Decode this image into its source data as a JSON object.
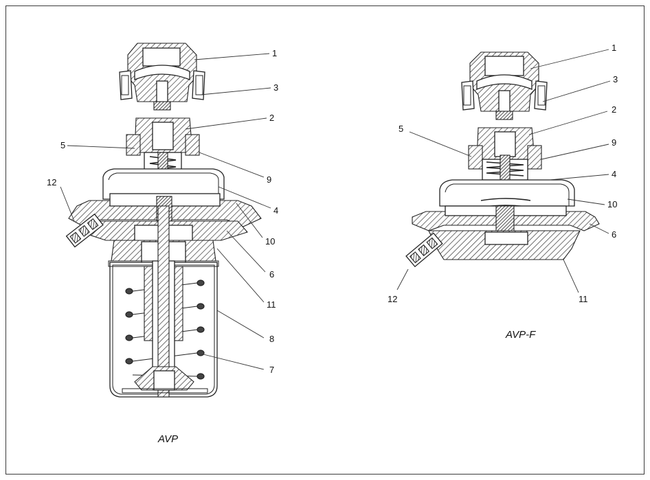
{
  "figures": [
    {
      "caption": "AVP",
      "callouts": [
        "1",
        "3",
        "2",
        "5",
        "9",
        "12",
        "4",
        "10",
        "6",
        "11",
        "8",
        "7"
      ]
    },
    {
      "caption": "AVP-F",
      "callouts": [
        "1",
        "3",
        "2",
        "5",
        "9",
        "4",
        "10",
        "6",
        "12",
        "11"
      ]
    }
  ]
}
